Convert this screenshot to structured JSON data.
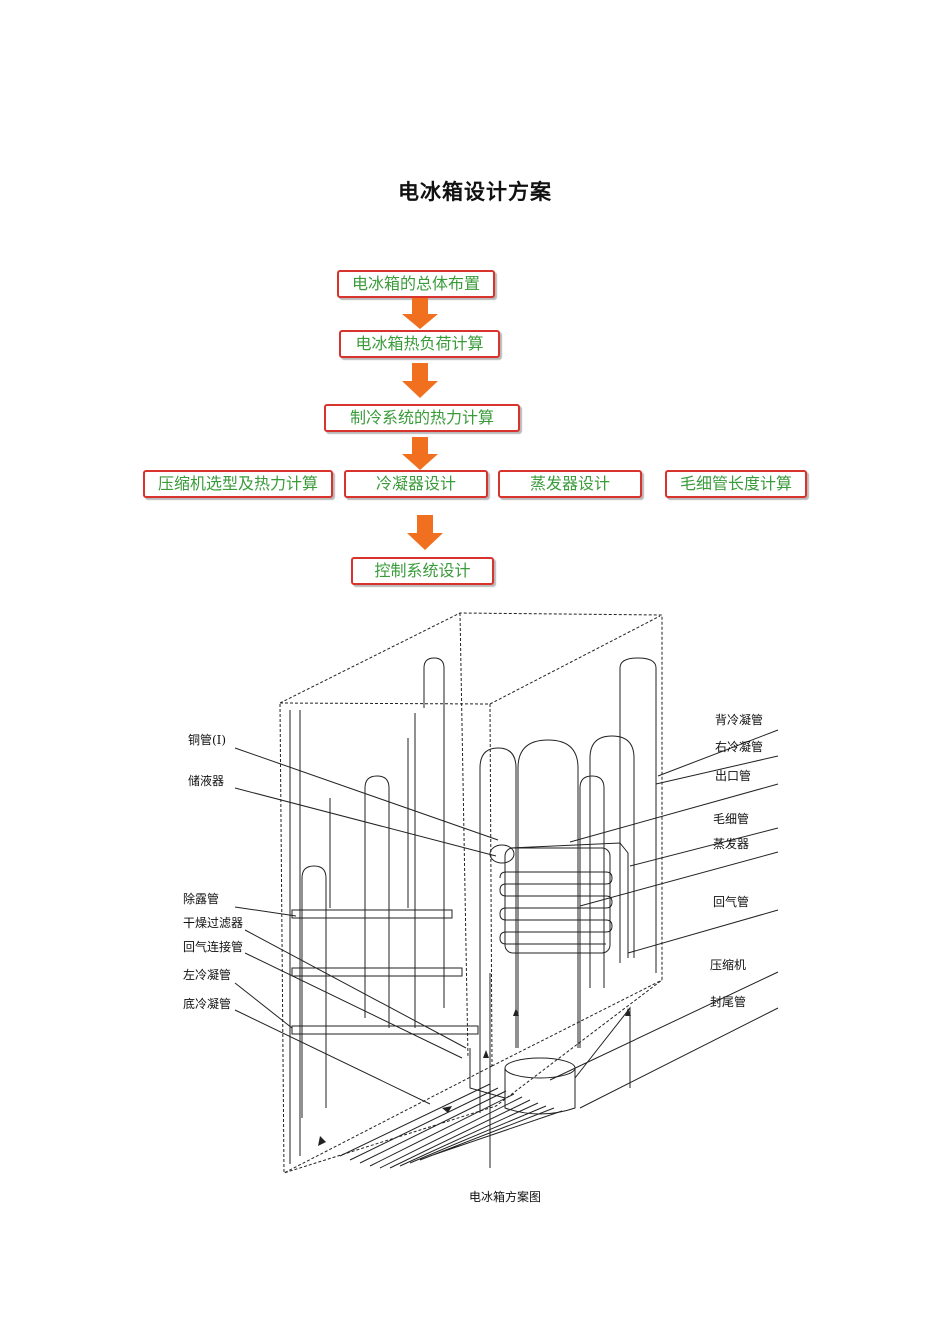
{
  "document": {
    "title": "电冰箱设计方案",
    "caption": "电冰箱方案图"
  },
  "flowchart": {
    "step1": "电冰箱的总体布置",
    "step2": "电冰箱热负荷计算",
    "step3": "制冷系统的热力计算",
    "branches": [
      "压缩机选型及热力计算",
      "冷凝器设计",
      "蒸发器设计",
      "毛细管长度计算"
    ],
    "step5": "控制系统设计",
    "box_border_color": "#d9332e",
    "text_color": "#3a9b3a",
    "arrow_color": "#f07020"
  },
  "diagram": {
    "labels_left": [
      "铜管(I)",
      "储液器",
      "除露管",
      "干燥过滤器",
      "回气连接管",
      "左冷凝管",
      "底冷凝管"
    ],
    "labels_right": [
      "背冷凝管",
      "右冷凝管",
      "出口管",
      "毛细管",
      "蒸发器",
      "回气管",
      "压缩机",
      "封尾管"
    ]
  }
}
